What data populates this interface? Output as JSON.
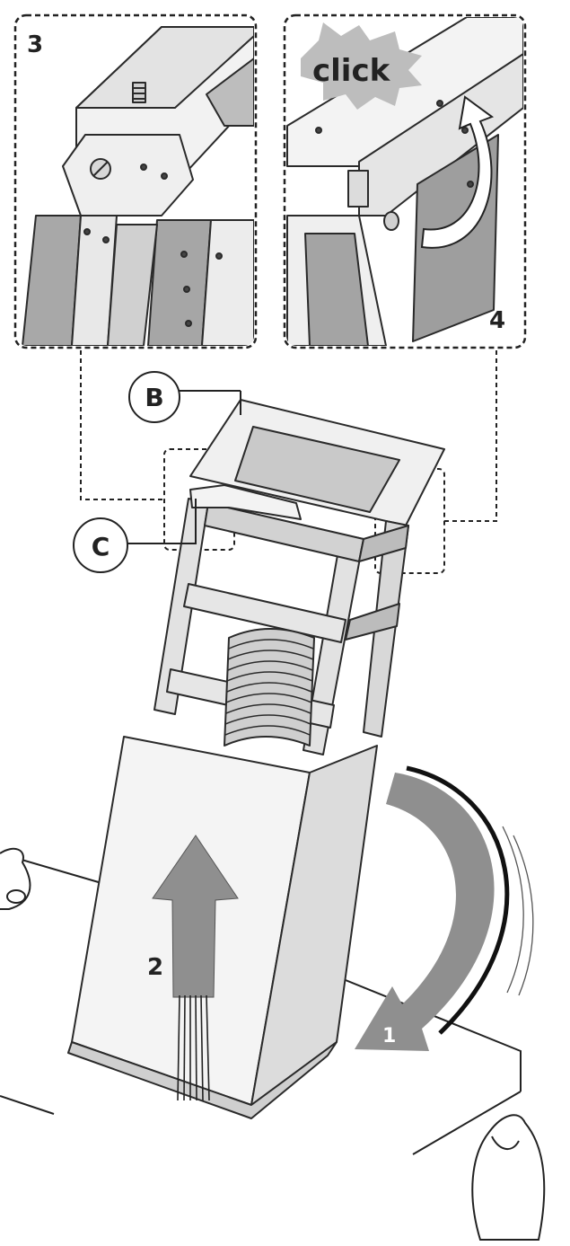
{
  "steps": {
    "step1": "1",
    "step2": "2",
    "step3": "3",
    "step4": "4"
  },
  "parts": {
    "b": "B",
    "c": "C"
  },
  "callout": {
    "click": "click"
  },
  "colors": {
    "line": "#2a2a2a",
    "panel_grey": "#9a9a9a",
    "arrow_grey": "#8f8f8f",
    "frame_light": "#e6e6e6",
    "chimney_light": "#ececec"
  }
}
